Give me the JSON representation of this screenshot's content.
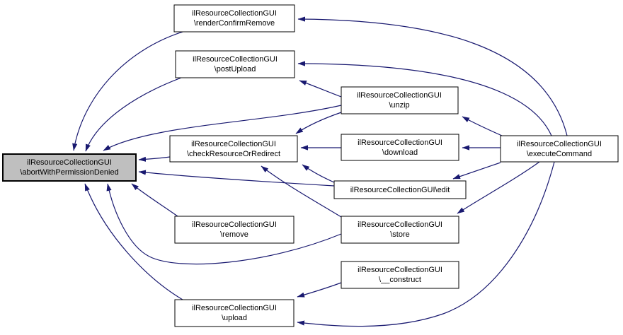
{
  "diagram": {
    "kind": "caller-graph",
    "background_color": "#ffffff",
    "edge_color": "#191970",
    "node_fill_color": "#ffffff",
    "node_border_color": "#000000",
    "highlight_fill_color": "#bfbfbf"
  },
  "nodes": {
    "abortWithPermissionDenied": {
      "line1": "ilResourceCollectionGUI",
      "line2": "\\abortWithPermissionDenied",
      "highlighted": true
    },
    "renderConfirmRemove": {
      "line1": "ilResourceCollectionGUI",
      "line2": "\\renderConfirmRemove",
      "highlighted": false
    },
    "postUpload": {
      "line1": "ilResourceCollectionGUI",
      "line2": "\\postUpload",
      "highlighted": false
    },
    "unzip": {
      "line1": "ilResourceCollectionGUI",
      "line2": "\\unzip",
      "highlighted": false
    },
    "checkResourceOrRedirect": {
      "line1": "ilResourceCollectionGUI",
      "line2": "\\checkResourceOrRedirect",
      "highlighted": false
    },
    "download": {
      "line1": "ilResourceCollectionGUI",
      "line2": "\\download",
      "highlighted": false
    },
    "executeCommand": {
      "line1": "ilResourceCollectionGUI",
      "line2": "\\executeCommand",
      "highlighted": false
    },
    "edit": {
      "line1": "ilResourceCollectionGUI\\edit",
      "line2": "",
      "highlighted": false
    },
    "remove": {
      "line1": "ilResourceCollectionGUI",
      "line2": "\\remove",
      "highlighted": false
    },
    "store": {
      "line1": "ilResourceCollectionGUI",
      "line2": "\\store",
      "highlighted": false
    },
    "construct": {
      "line1": "ilResourceCollectionGUI",
      "line2": "\\__construct",
      "highlighted": false
    },
    "upload": {
      "line1": "ilResourceCollectionGUI",
      "line2": "\\upload",
      "highlighted": false
    }
  },
  "edges": [
    {
      "from": "renderConfirmRemove",
      "to": "abortWithPermissionDenied"
    },
    {
      "from": "postUpload",
      "to": "abortWithPermissionDenied"
    },
    {
      "from": "unzip",
      "to": "abortWithPermissionDenied"
    },
    {
      "from": "checkResourceOrRedirect",
      "to": "abortWithPermissionDenied"
    },
    {
      "from": "edit",
      "to": "abortWithPermissionDenied"
    },
    {
      "from": "remove",
      "to": "abortWithPermissionDenied"
    },
    {
      "from": "store",
      "to": "abortWithPermissionDenied"
    },
    {
      "from": "upload",
      "to": "abortWithPermissionDenied"
    },
    {
      "from": "unzip",
      "to": "checkResourceOrRedirect"
    },
    {
      "from": "download",
      "to": "checkResourceOrRedirect"
    },
    {
      "from": "edit",
      "to": "checkResourceOrRedirect"
    },
    {
      "from": "store",
      "to": "checkResourceOrRedirect"
    },
    {
      "from": "unzip",
      "to": "postUpload"
    },
    {
      "from": "executeCommand",
      "to": "renderConfirmRemove"
    },
    {
      "from": "executeCommand",
      "to": "postUpload"
    },
    {
      "from": "executeCommand",
      "to": "unzip"
    },
    {
      "from": "executeCommand",
      "to": "download"
    },
    {
      "from": "executeCommand",
      "to": "edit"
    },
    {
      "from": "executeCommand",
      "to": "store"
    },
    {
      "from": "executeCommand",
      "to": "upload"
    },
    {
      "from": "construct",
      "to": "upload"
    }
  ]
}
